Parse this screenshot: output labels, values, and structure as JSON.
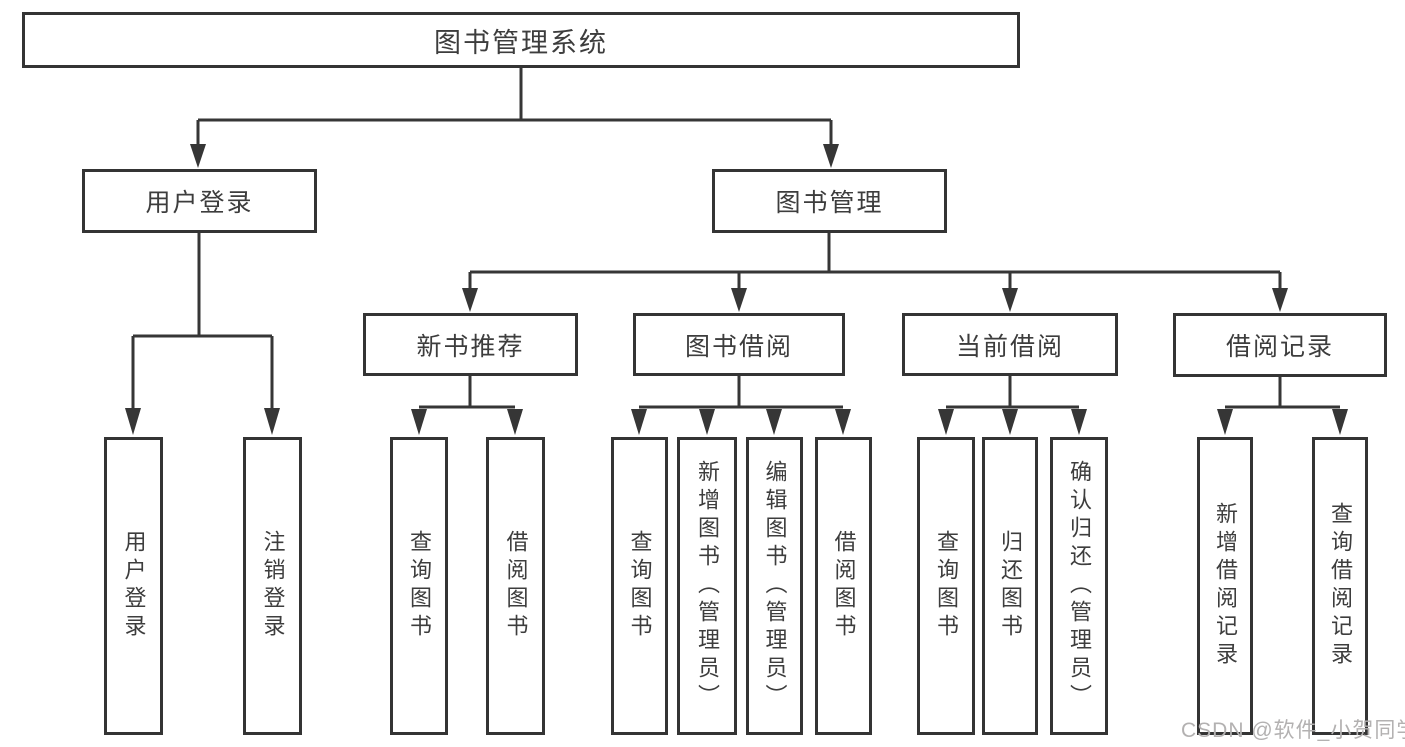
{
  "nodes": {
    "root": "图书管理系统",
    "user_login": "用户登录",
    "book_management": "图书管理",
    "new_book_recommend": "新书推荐",
    "book_borrow": "图书借阅",
    "current_borrow": "当前借阅",
    "borrow_records": "借阅记录",
    "leaf_user_login": "用户登录",
    "leaf_logout_login": "注销登录",
    "leaf_query_books_recommend": "查询图书",
    "leaf_borrow_books_recommend": "借阅图书",
    "leaf_query_books_borrow": "查询图书",
    "leaf_add_books_admin": "新增图书（管理员）",
    "leaf_edit_books_admin": "编辑图书（管理员）",
    "leaf_borrow_books": "借阅图书",
    "leaf_query_books_current": "查询图书",
    "leaf_return_books": "归还图书",
    "leaf_confirm_return_admin": "确认归还（管理员）",
    "leaf_add_borrow_record": "新增借阅记录",
    "leaf_query_borrow_record": "查询借阅记录"
  },
  "watermark": "CSDN @软件_小贺同学",
  "colors": {
    "line": "#363636",
    "text": "#3d3d3d",
    "watermark": "#b3b1b1",
    "background": "#ffffff"
  }
}
